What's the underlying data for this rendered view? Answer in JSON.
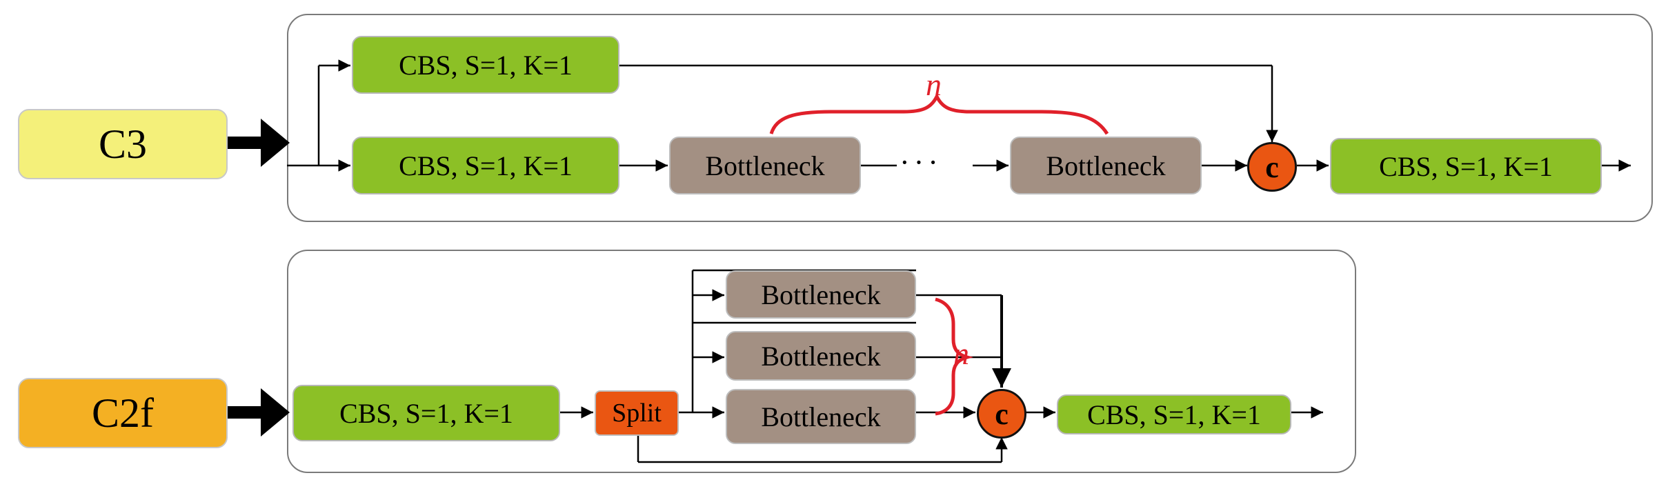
{
  "c3": {
    "label": "C3",
    "top_cbs": "CBS, S=1, K=1",
    "main_cbs": "CBS, S=1, K=1",
    "bottleneck_first": "Bottleneck",
    "ellipsis": "···",
    "bottleneck_last": "Bottleneck",
    "repeat": "n",
    "concat": "c",
    "out_cbs": "CBS, S=1, K=1"
  },
  "c2f": {
    "label": "C2f",
    "in_cbs": "CBS, S=1, K=1",
    "split": "Split",
    "bottlenecks": [
      "Bottleneck",
      "Bottleneck",
      "Bottleneck"
    ],
    "repeat": "n",
    "concat": "c",
    "out_cbs": "CBS, S=1, K=1"
  },
  "colors": {
    "cbs": "#8cc026",
    "bottleneck": "#a39083",
    "split": "#ea5612",
    "concat": "#ea5612",
    "c3_label": "#f4f07a",
    "c2f_label": "#f4b023",
    "brace": "#e0202a"
  }
}
